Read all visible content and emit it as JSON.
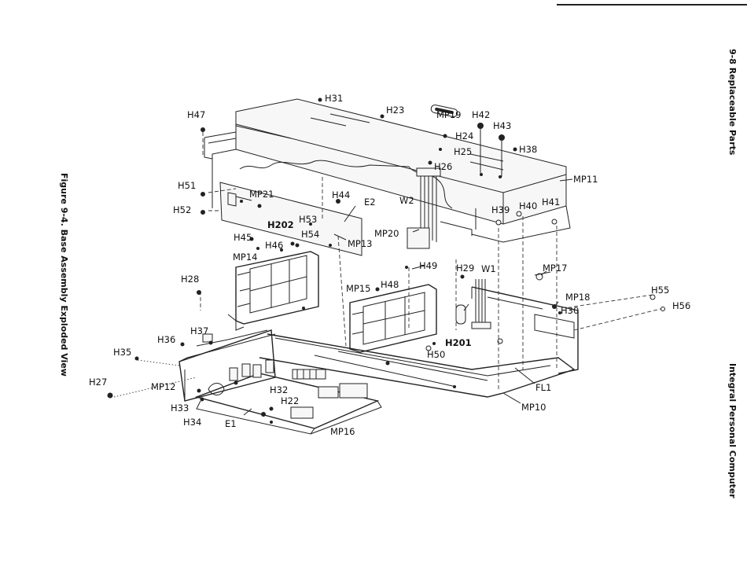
{
  "header": {
    "top_right": "9-8 Replaceable Parts",
    "bottom_right": "Integral Personal Computer"
  },
  "caption": "Figure 9-4. Base Assembly Exploded View",
  "labels": {
    "H31": "H31",
    "H23": "H23",
    "MP19": "MP19",
    "H42": "H42",
    "H43": "H43",
    "H47": "H47",
    "H24": "H24",
    "H38": "H38",
    "H25": "H25",
    "H26": "H26",
    "MP11": "MP11",
    "H51": "H51",
    "MP21": "MP21",
    "H44": "H44",
    "E2": "E2",
    "W2": "W2",
    "H39": "H39",
    "H40": "H40",
    "H41": "H41",
    "H52": "H52",
    "H202": "H202",
    "H53": "H53",
    "MP20": "MP20",
    "H45": "H45",
    "H54": "H54",
    "H46": "H46",
    "MP13": "MP13",
    "MP14": "MP14",
    "H49": "H49",
    "H29": "H29",
    "W1": "W1",
    "MP17": "MP17",
    "H28": "H28",
    "MP15": "MP15",
    "H48": "H48",
    "H55": "H55",
    "MP18": "MP18",
    "H56": "H56",
    "H30": "H30",
    "H37": "H37",
    "H36": "H36",
    "H201": "H201",
    "H35": "H35",
    "H50": "H50",
    "H27": "H27",
    "MP12": "MP12",
    "FL1": "FL1",
    "H32": "H32",
    "H33": "H33",
    "H22": "H22",
    "MP10": "MP10",
    "H34": "H34",
    "E1": "E1",
    "MP16": "MP16"
  }
}
